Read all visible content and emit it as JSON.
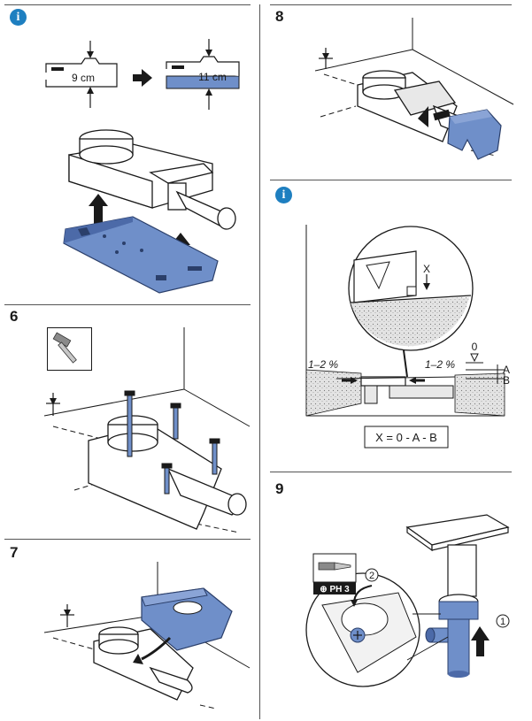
{
  "colors": {
    "part_blue": "#6f8fc9",
    "part_blue_dark": "#4c6aa8",
    "line": "#1a1a1a",
    "info_blue": "#1e7fc0",
    "concrete": "#e3e3e3"
  },
  "panels": {
    "info_top": {
      "icon": "i",
      "height_before": "9 cm",
      "height_after": "11 cm"
    },
    "step6": {
      "number": "6",
      "tool_icon": "hammer-icon"
    },
    "step7": {
      "number": "7"
    },
    "step8": {
      "number": "8"
    },
    "info_slope": {
      "icon": "i",
      "x_label": "X",
      "slope_left": "1–2 %",
      "slope_right": "1–2 %",
      "zero_label": "0",
      "a_label": "A",
      "b_label": "B",
      "formula": "X = 0 - A - B"
    },
    "step9": {
      "number": "9",
      "tool_label": "⊕ PH 3",
      "callout_2": "2",
      "callout_1": "1"
    }
  }
}
